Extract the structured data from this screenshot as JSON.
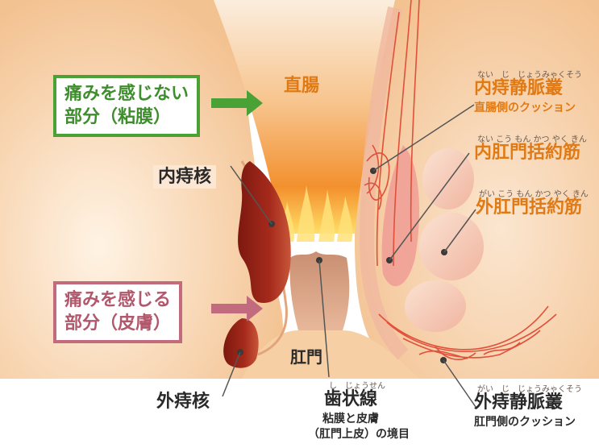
{
  "rectum_label": "直腸",
  "anus_label": "肛門",
  "internal_hemorrhoid_core": "内痔核",
  "external_hemorrhoid_core": "外痔核",
  "no_pain_box": {
    "line1": "痛みを感じない",
    "line2": "部分（粘膜）"
  },
  "pain_box": {
    "line1": "痛みを感じる",
    "line2": "部分（皮膚）"
  },
  "internal_venous_plexus": {
    "ruby": "ない　じ　じょうみゃくそう",
    "title": "内痔静脈叢",
    "sub": "直腸側のクッション"
  },
  "internal_sphincter": {
    "ruby": "ない こう もん かつ やく きん",
    "title": "内肛門括約筋"
  },
  "external_sphincter": {
    "ruby": "がい こう もん かつ やく きん",
    "title": "外肛門括約筋"
  },
  "external_venous_plexus": {
    "ruby": "がい　じ　じょうみゃくそう",
    "title": "外痔静脈叢",
    "sub": "肛門側のクッション"
  },
  "dentate_line": {
    "ruby": "し　じょうせん",
    "title": "歯状線",
    "sub1": "粘膜と皮膚",
    "sub2": "（肛門上皮）の境目"
  },
  "colors": {
    "skin": "#f6cfa4",
    "green": "#4aa236",
    "pink": "#c26a7e",
    "hemorrhoid": "#9e2418",
    "accent_orange": "#e07a14"
  }
}
